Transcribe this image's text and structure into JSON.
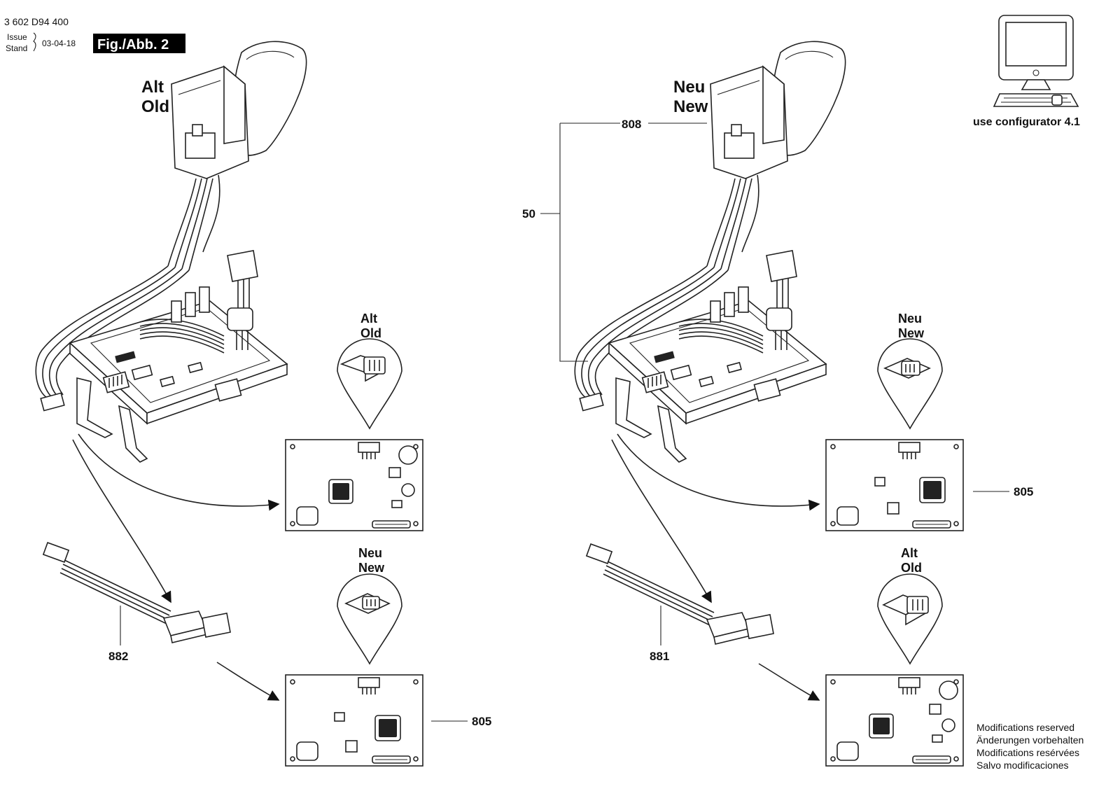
{
  "header": {
    "doc_number": "3 602 D94 400",
    "issue_label": "Issue",
    "stand_label": "Stand",
    "date": "03-04-18",
    "figure": "Fig./Abb. 2"
  },
  "configurator": {
    "icon": "computer-icon",
    "label": "use configurator 4.1"
  },
  "left_assembly": {
    "title_de": "Alt",
    "title_en": "Old",
    "detail_top": {
      "de": "Alt",
      "en": "Old"
    },
    "detail_bottom": {
      "de": "Neu",
      "en": "New"
    },
    "cable_ref": "882",
    "board_ref": "805"
  },
  "right_assembly": {
    "title_de": "Neu",
    "title_en": "New",
    "assembly_ref": "50",
    "switch_ref": "808",
    "detail_top": {
      "de": "Neu",
      "en": "New"
    },
    "detail_bottom": {
      "de": "Alt",
      "en": "Old"
    },
    "cable_ref": "881",
    "board_ref": "805"
  },
  "footer": {
    "notes": [
      "Modifications reserved",
      "Änderungen vorbehalten",
      "Modifications resérvées",
      "Salvo modificaciones"
    ]
  }
}
